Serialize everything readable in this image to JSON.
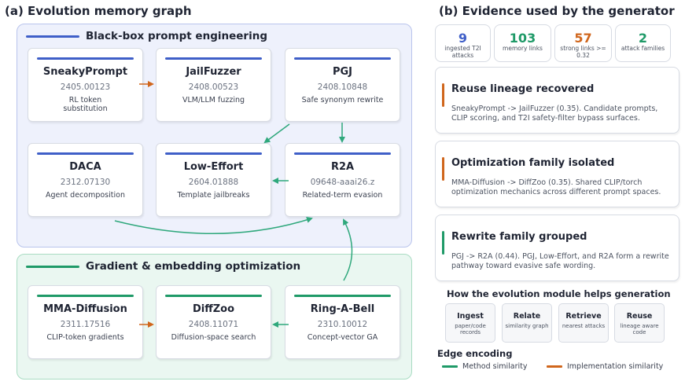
{
  "left_panel": {
    "title": "(a) Evolution memory graph",
    "groups": [
      {
        "title": "Black-box prompt engineering",
        "color": "#3f5fc8"
      },
      {
        "title": "Gradient & embedding optimization",
        "color": "#1f9a68"
      }
    ],
    "nodes": [
      {
        "name": "SneakyPrompt",
        "id": "2405.00123",
        "desc": "RL token substitution"
      },
      {
        "name": "JailFuzzer",
        "id": "2408.00523",
        "desc": "VLM/LLM fuzzing"
      },
      {
        "name": "PGJ",
        "id": "2408.10848",
        "desc": "Safe synonym rewrite"
      },
      {
        "name": "DACA",
        "id": "2312.07130",
        "desc": "Agent decomposition"
      },
      {
        "name": "Low-Effort",
        "id": "2604.01888",
        "desc": "Template jailbreaks"
      },
      {
        "name": "R2A",
        "id": "09648-aaai26.z",
        "desc": "Related-term evasion"
      },
      {
        "name": "MMA-Diffusion",
        "id": "2311.17516",
        "desc": "CLIP-token gradients"
      },
      {
        "name": "DiffZoo",
        "id": "2408.11071",
        "desc": "Diffusion-space search"
      },
      {
        "name": "Ring-A-Bell",
        "id": "2310.10012",
        "desc": "Concept-vector GA"
      }
    ]
  },
  "right_panel": {
    "title": "(b) Evidence used by the generator",
    "stats": [
      {
        "value": "9",
        "label": "ingested T2I attacks",
        "color": "#3f5fc8"
      },
      {
        "value": "103",
        "label": "memory links",
        "color": "#1f9a68"
      },
      {
        "value": "57",
        "label": "strong links >= 0.32",
        "color": "#d0661c"
      },
      {
        "value": "2",
        "label": "attack families",
        "color": "#1f9a68"
      }
    ],
    "cards": [
      {
        "title": "Reuse lineage recovered",
        "body": "SneakyPrompt -> JailFuzzer (0.35). Candidate prompts, CLIP scoring, and T2I safety-filter bypass surfaces.",
        "accent": "#d0661c"
      },
      {
        "title": "Optimization family isolated",
        "body": "MMA-Diffusion -> DiffZoo (0.35). Shared CLIP/torch optimization mechanics across different prompt spaces.",
        "accent": "#d0661c"
      },
      {
        "title": "Rewrite family grouped",
        "body": "PGJ -> R2A (0.44). PGJ, Low-Effort, and R2A form a rewrite pathway toward evasive safe wording.",
        "accent": "#1f9a68"
      }
    ],
    "module": {
      "title": "How the evolution module helps generation",
      "steps": [
        {
          "title": "Ingest",
          "sub": "paper/code records"
        },
        {
          "title": "Relate",
          "sub": "similarity graph"
        },
        {
          "title": "Retrieve",
          "sub": "nearest attacks"
        },
        {
          "title": "Reuse",
          "sub": "lineage aware code"
        }
      ]
    },
    "legend": {
      "title": "Edge encoding",
      "items": [
        {
          "label": "Method similarity",
          "color": "#1f9a68"
        },
        {
          "label": "Implementation similarity",
          "color": "#d0661c"
        }
      ]
    }
  }
}
